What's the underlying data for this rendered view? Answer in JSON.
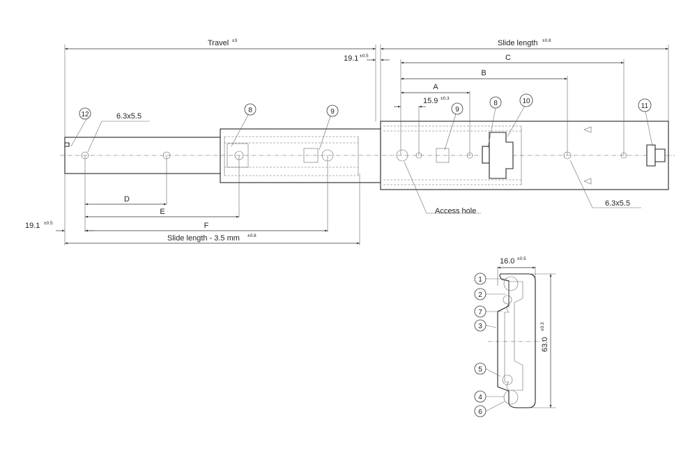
{
  "dimensions": {
    "travel": "Travel",
    "travel_tol": "±3",
    "slide_length": "Slide length",
    "slide_length_tol": "±0.8",
    "offset_top": "19.1",
    "offset_top_tol": "±0.5",
    "offset_left": "19.1",
    "offset_left_tol": "±0.5",
    "a": "A",
    "b": "B",
    "c": "C",
    "d": "D",
    "e": "E",
    "f": "F",
    "hole_offset": "15.9",
    "hole_offset_tol": "±0.3",
    "slot_left": "6.3x5.5",
    "slot_right": "6.3x5.5",
    "slide_minus": "Slide length - 3.5 mm",
    "slide_minus_tol": "±0.8",
    "access_hole": "Access hole",
    "width": "16.0",
    "width_tol": "±0.5",
    "height": "63.0",
    "height_tol": "±0.3"
  },
  "callouts": {
    "c12": "12",
    "c8_left": "8",
    "c9_left": "9",
    "c9_right": "9",
    "c8_right": "8",
    "c10": "10",
    "c11": "11",
    "p1": "1",
    "p2": "2",
    "p7": "7",
    "p3": "3",
    "p5": "5",
    "p4": "4",
    "p6": "6"
  }
}
